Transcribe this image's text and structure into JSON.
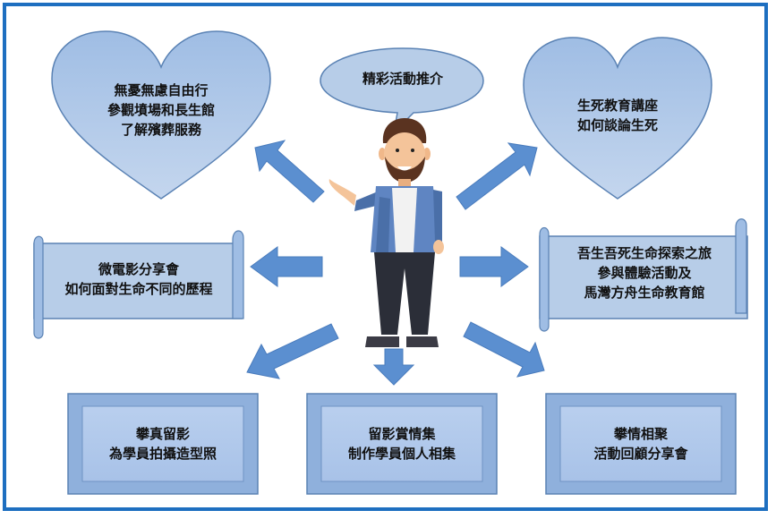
{
  "center_bubble": "精彩活動推介",
  "top_left_heart": [
    "無憂無慮自由行",
    "參觀墳場和長生館",
    "了解殯葬服務"
  ],
  "top_right_heart": [
    "生死教育講座",
    "如何談論生死"
  ],
  "left_scroll": [
    "微電影分享會",
    "如何面對生命不同的歷程"
  ],
  "right_scroll": [
    "吾生吾死生命探索之旅",
    "參與體驗活動及",
    "馬灣方舟生命教育館"
  ],
  "bottom_left_box": [
    "攀真留影",
    "為學員拍攝造型照"
  ],
  "bottom_center_box": [
    "留影賞情集",
    "制作學員個人相集"
  ],
  "bottom_right_box": [
    "攀情相聚",
    "活動回顧分享會"
  ],
  "colors": {
    "shape_fill": "#b7cde8",
    "shape_stroke": "#5a82b4",
    "arrow": "#5b8fd0",
    "frame": "#1e6fc0"
  }
}
